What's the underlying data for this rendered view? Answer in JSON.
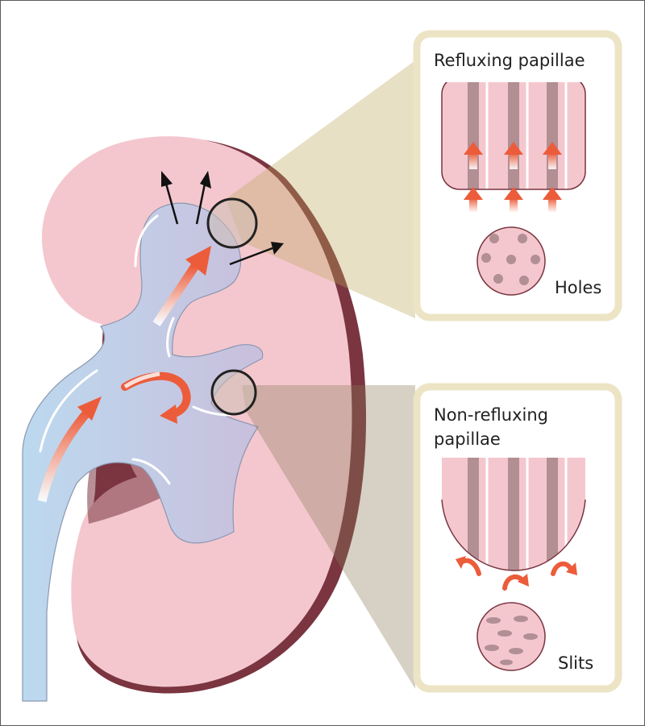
{
  "labels": {
    "refluxing_title": "Refluxing papillae",
    "holes": "Holes",
    "nonrefluxing_line1": "Non-refluxing",
    "nonrefluxing_line2": "papillae",
    "slits": "Slits"
  },
  "colors": {
    "kidney_fill": "#f4c7cf",
    "kidney_edge": "#7a3540",
    "pelvis_fill": "#c2dcef",
    "duct": "#b18f93",
    "arrow": "#ec5c3b",
    "panel_border": "#ece4c4",
    "zoom_fill": "#e6dcb3"
  },
  "icons": [
    "flow-arrow-icon",
    "reflux-arrow-icon",
    "swirl-arrow-icon"
  ]
}
